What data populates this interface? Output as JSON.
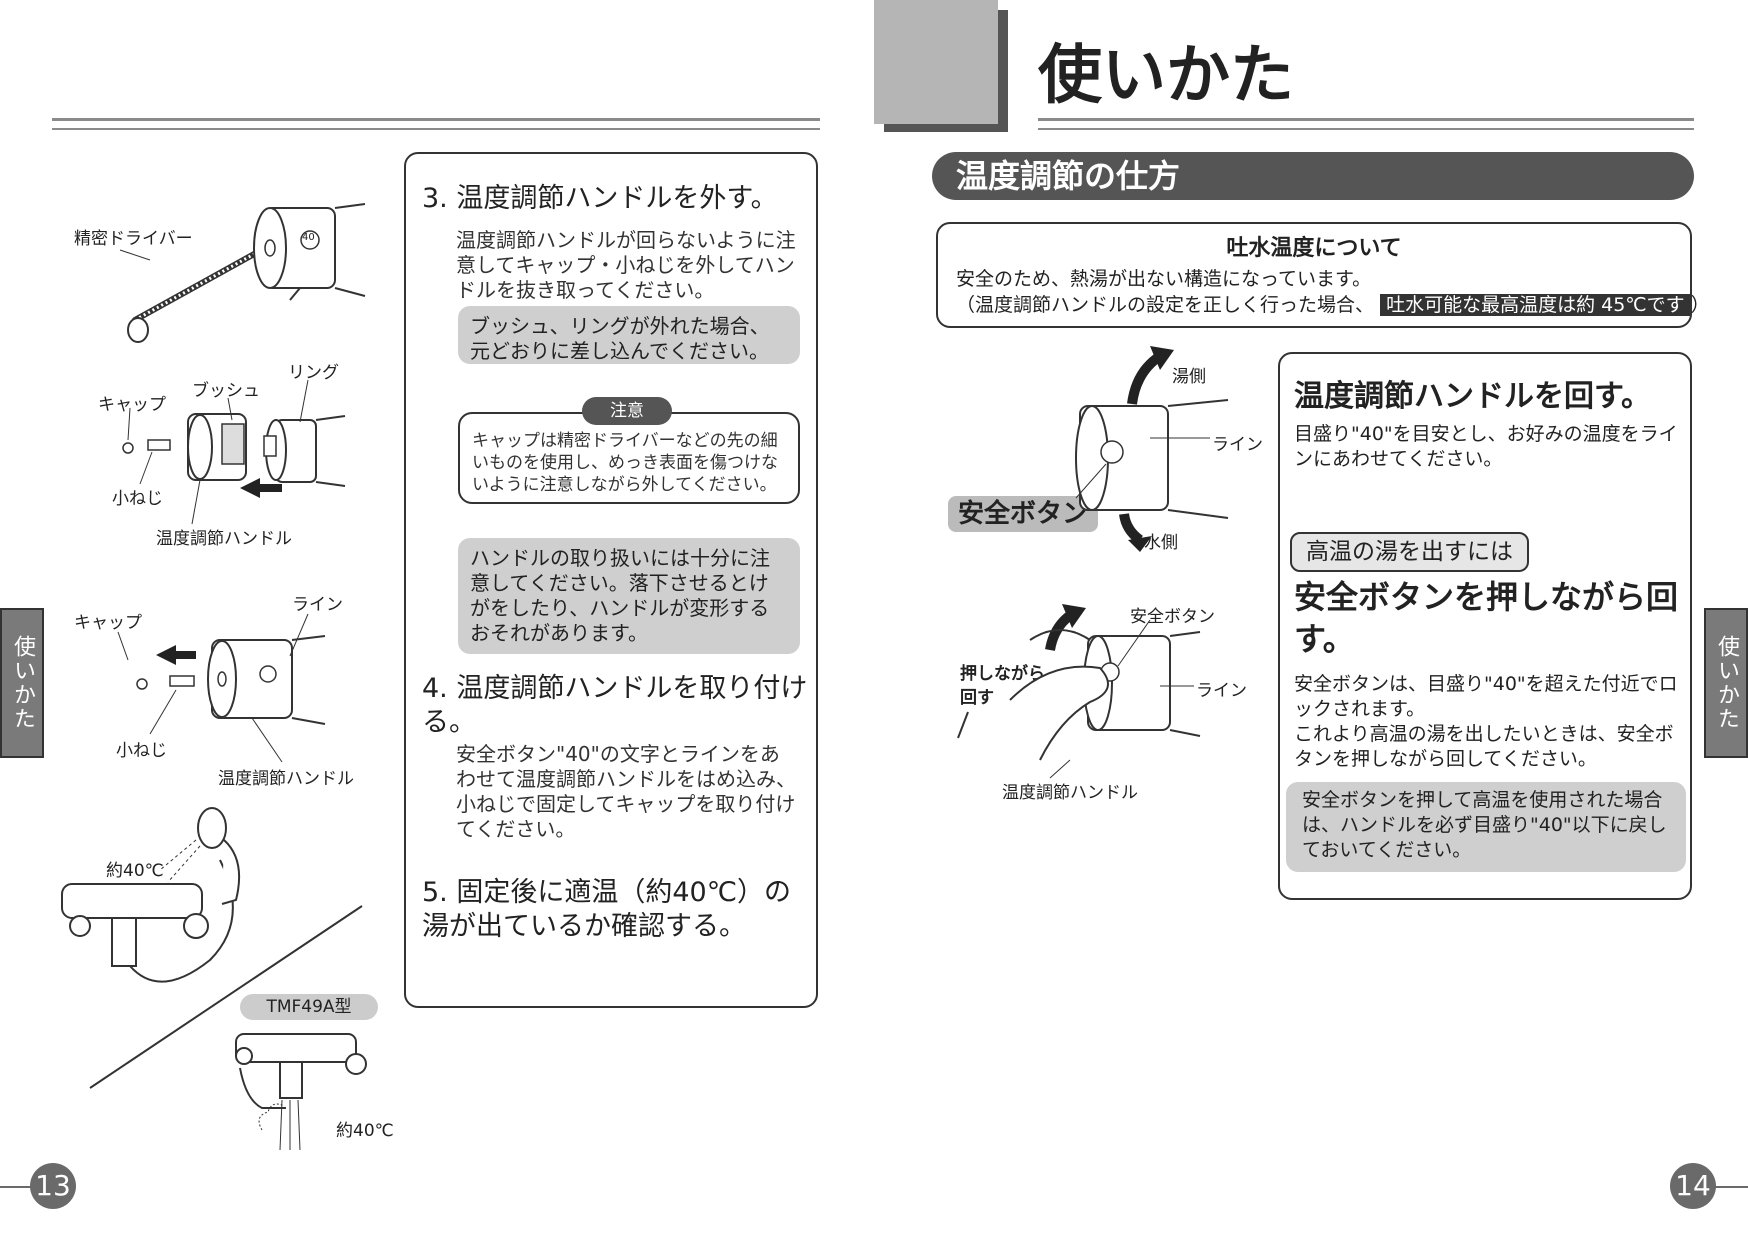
{
  "page_left": {
    "number": "13",
    "side_tab": "使いかた",
    "figures": {
      "fig1_labels": {
        "driver": "精密ドライバー"
      },
      "fig2_labels": {
        "cap": "キャップ",
        "bush": "ブッシュ",
        "ring": "リング",
        "screw": "小ねじ",
        "handle": "温度調節ハンドル"
      },
      "fig3_labels": {
        "cap": "キャップ",
        "line": "ライン",
        "screw": "小ねじ",
        "handle": "温度調節ハンドル"
      },
      "fig4_labels": {
        "temp_top": "約40℃",
        "model": "TMF49A型",
        "temp_bottom": "約40℃"
      },
      "dial_mark": "40"
    },
    "steps": [
      {
        "title": "3. 温度調節ハンドルを外す。",
        "body": "温度調節ハンドルが回らないように注意してキャップ・小ねじを外してハンドルを抜き取ってください。"
      },
      {
        "title": "4. 温度調節ハンドルを取り付ける。",
        "body": "安全ボタン\"40\"の文字とラインをあわせて温度調節ハンドルをはめ込み、小ねじで固定してキャップを取り付けてください。"
      },
      {
        "title": "5. 固定後に適温（約40℃）の湯が出ているか確認する。",
        "body": ""
      }
    ],
    "note_bush": "ブッシュ、リングが外れた場合、元どおりに差し込んでください。",
    "caution_label": "注意",
    "caution_text": "キャップは精密ドライバーなどの先の細いものを使用し、めっき表面を傷つけないように注意しながら外してください。",
    "note_handle": "ハンドルの取り扱いには十分に注意してください。落下させるとけがをしたり、ハンドルが変形するおそれがあります。"
  },
  "page_right": {
    "number": "14",
    "side_tab": "使いかた",
    "title": "使いかた",
    "section_title": "温度調節の仕方",
    "info_box": {
      "heading": "吐水温度について",
      "line1": "安全のため、熱湯が出ない構造になっています。",
      "line2_prefix": "（温度調節ハンドルの設定を正しく行った場合、",
      "line2_highlight": "吐水可能な最高温度は約 45℃です",
      "line2_suffix": "）"
    },
    "fig_top_labels": {
      "hot": "湯側",
      "line": "ライン",
      "cold": "水側",
      "safety": "安全ボタン"
    },
    "fig_bottom_labels": {
      "safety": "安全ボタン",
      "press": "押しながら\n回す",
      "line": "ライン",
      "handle": "温度調節ハンドル"
    },
    "instr": {
      "title1": "温度調節ハンドルを回す。",
      "body1": "目盛り\"40\"を目安とし、お好みの温度をラインにあわせてください。",
      "tag": "高温の湯を出すには",
      "title2": "安全ボタンを押しながら回す。",
      "body2": "安全ボタンは、目盛り\"40\"を超えた付近でロックされます。\nこれより高温の湯を出したいときは、安全ボタンを押しながら回してください。",
      "note": "安全ボタンを押して高温を使用された場合は、ハンドルを必ず目盛り\"40\"以下に戻しておいてください。"
    }
  }
}
